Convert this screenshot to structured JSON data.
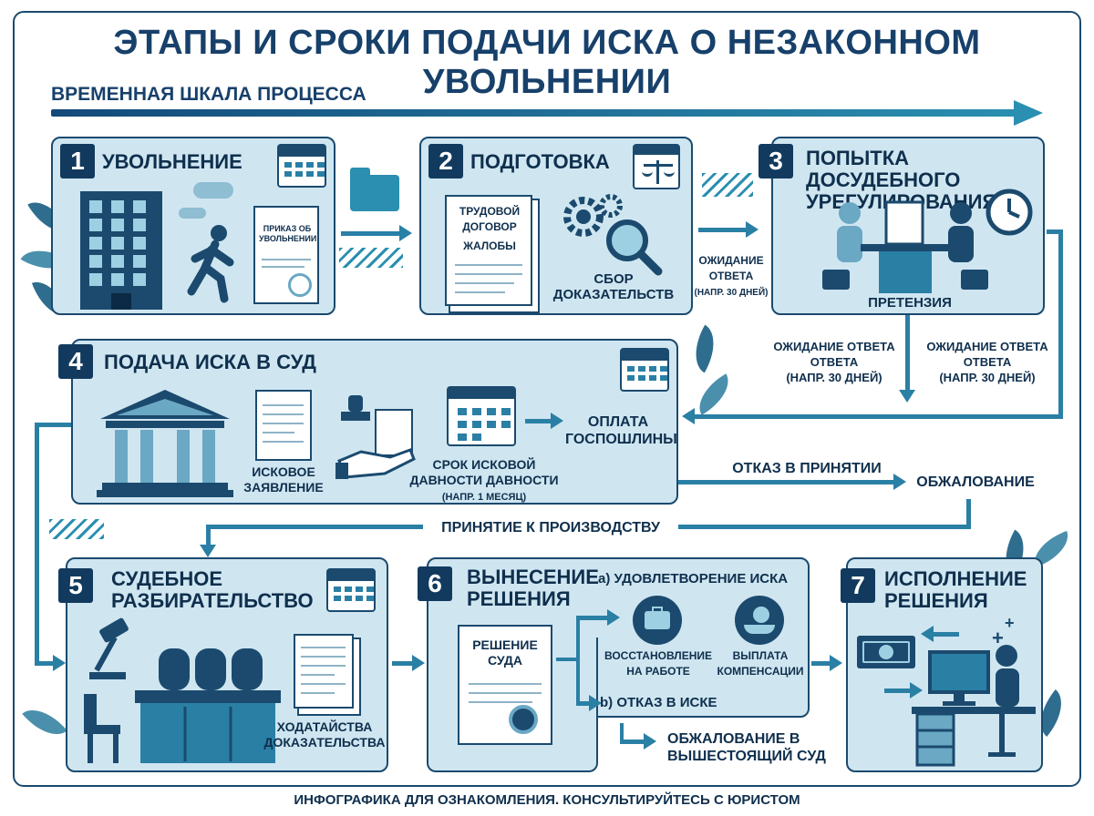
{
  "title": "ЭТАПЫ И СРОКИ ПОДАЧИ ИСКА О НЕЗАКОННОМ УВОЛЬНЕНИИ",
  "timeline_label": "ВРЕМЕННАЯ ШКАЛА ПРОЦЕССА",
  "steps": [
    {
      "num": "1",
      "title": "УВОЛЬНЕНИЕ",
      "doc_label": "ПРИКАЗ ОБ УВОЛЬНЕНИИ"
    },
    {
      "num": "2",
      "title": "ПОДГОТОВКА",
      "doc_label_1": "ТРУДОВОЙ ДОГОВОР",
      "doc_label_2": "ЖАЛОБЫ",
      "caption": "СБОР ДОКАЗАТЕЛЬСТВ"
    },
    {
      "num": "3",
      "title": "ПОПЫТКА ДОСУДЕБНОГО УРЕГУЛИРОВАНИЯ",
      "caption": "ПРЕТЕНЗИЯ"
    },
    {
      "num": "4",
      "title": "ПОДАЧА ИСКА В СУД",
      "caption_claim": "ИСКОВОЕ ЗАЯВЛЕНИЕ",
      "caption_term": "СРОК ИСКОВОЙ ДАВНОСТИ ДАВНОСТИ",
      "caption_term_note": "(НАПР. 1 МЕСЯЦ)",
      "caption_fee": "ОПЛАТА ГОСПОШЛИНЫ"
    },
    {
      "num": "5",
      "title": "СУДЕБНОЕ РАЗБИРАТЕЛЬСТВО",
      "caption": "ХОДАТАЙСТВА ДОКАЗАТЕЛЬСТВА"
    },
    {
      "num": "6",
      "title": "ВЫНЕСЕНИЕ РЕШЕНИЯ",
      "doc_label": "РЕШЕНИЕ СУДА",
      "option_a": "a) УДОВЛЕТВОРЕНИЕ ИСКА",
      "option_a_1": "ВОССТАНОВЛЕНИЕ НА РАБОТЕ",
      "option_a_2": "ВЫПЛАТА КОМПЕНСАЦИИ",
      "option_b": "b) ОТКАЗ В ИСКЕ"
    },
    {
      "num": "7",
      "title": "ИСПОЛНЕНИЕ РЕШЕНИЯ"
    }
  ],
  "flow": {
    "wait_1": "ОЖИДАНИЕ ОТВЕТА",
    "wait_1_note": "(НАПР. 30 ДНЕЙ)",
    "wait_2": "ОЖИДАНИЕ ОТВЕТА ОТВЕТА",
    "wait_2_note": "(НАПР. 30 ДНЕЙ)",
    "wait_3": "ОЖИДАНИЕ ОТВЕТА ОТВЕТА",
    "wait_3_note": "(НАПР. 30 ДНЕЙ)",
    "refusal": "ОТКАЗ В ПРИНЯТИИ",
    "appeal": "ОБЖАЛОВАНИЕ",
    "acceptance": "ПРИНЯТИЕ К ПРОИЗВОДСТВУ",
    "appeal_higher": "ОБЖАЛОВАНИЕ В ВЫШЕСТОЯЩИЙ СУД"
  },
  "footer": "ИНФОГРАФИКА ДЛЯ ОЗНАКОМЛЕНИЯ. КОНСУЛЬТИРУЙТЕСЬ С ЮРИСТОМ",
  "colors": {
    "panel": "#cfe6f1",
    "dark": "#123a5e",
    "accent": "#2a7fa5"
  }
}
